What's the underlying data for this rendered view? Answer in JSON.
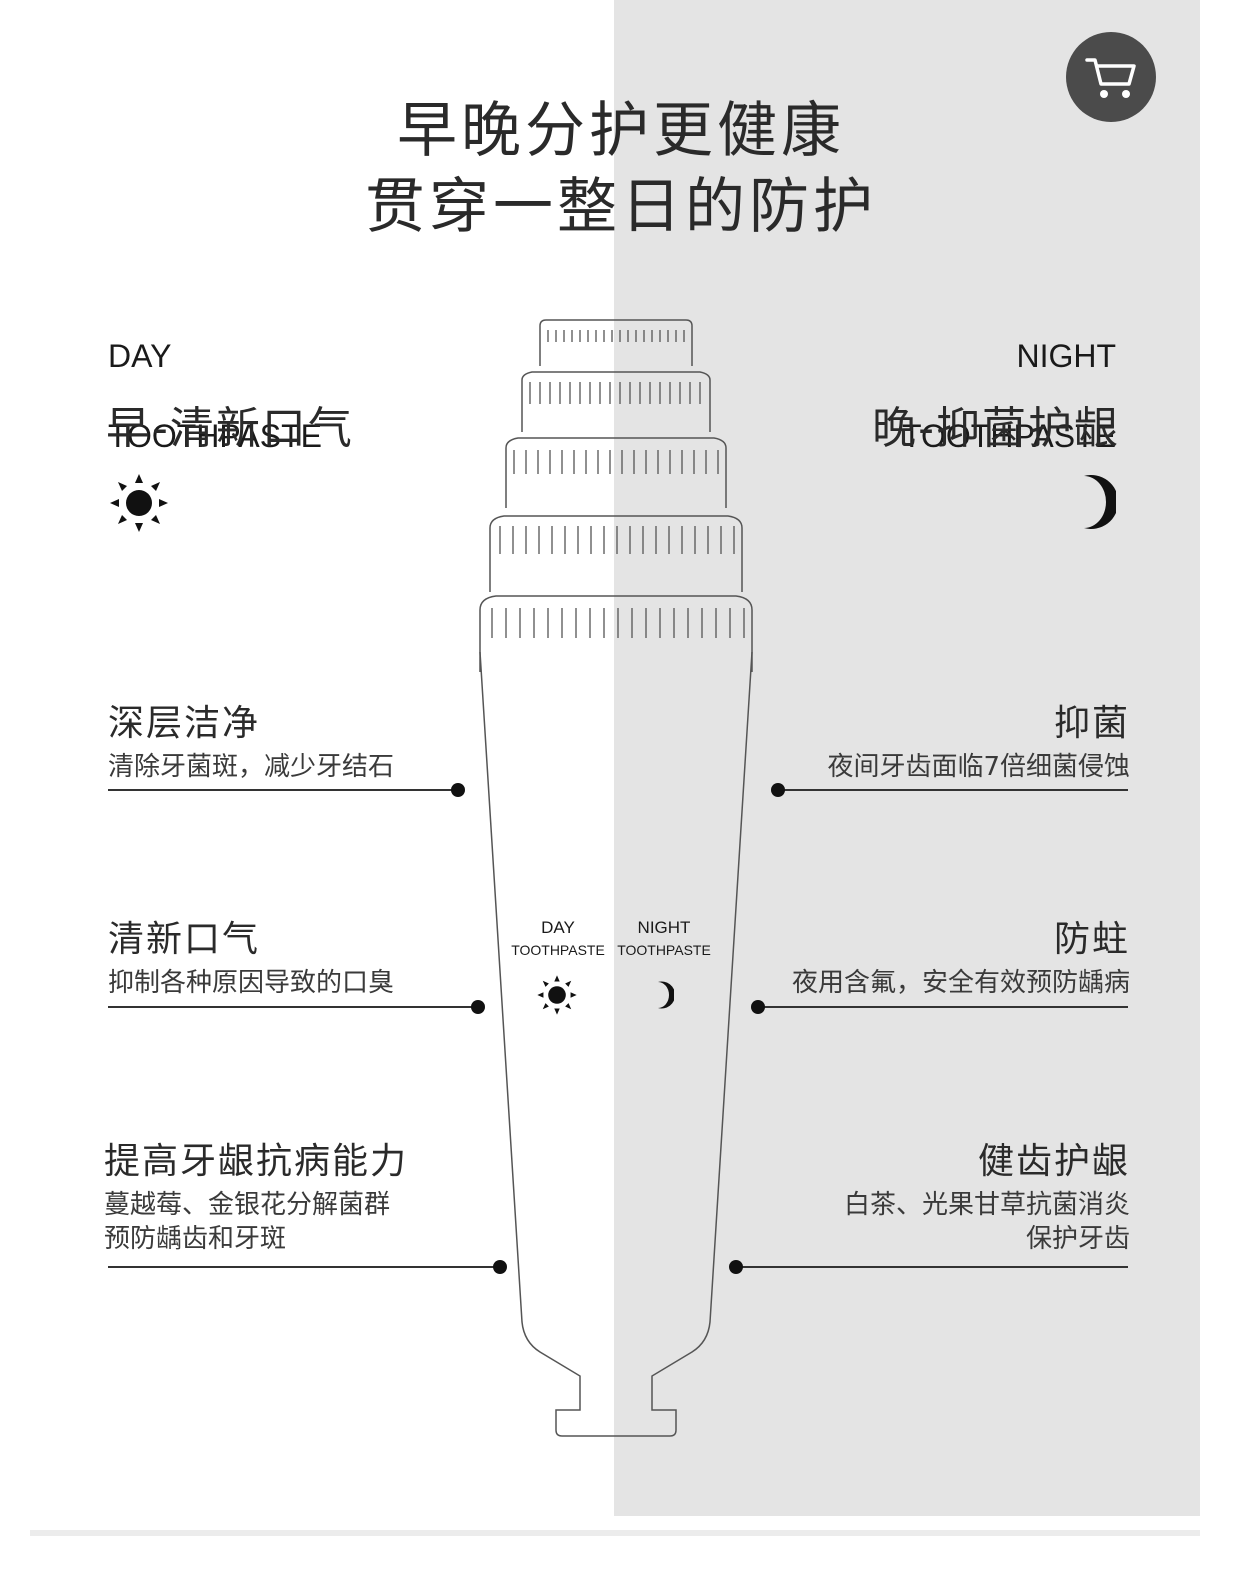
{
  "header": {
    "line1": "早晚分护更健康",
    "line2": "贯穿一整日的防护"
  },
  "cart": {
    "icon": "cart-icon"
  },
  "day": {
    "en_line1": "DAY",
    "en_line2": "TOOTHPASTE",
    "cn": "早-清新口气",
    "icon": "sun-icon"
  },
  "night": {
    "en_line1": "NIGHT",
    "en_line2": "TOOTHPASTE",
    "cn": "晚-抑菌护龈",
    "icon": "moon-icon"
  },
  "features_left": [
    {
      "title": "深层洁净",
      "desc": "清除牙菌斑，减少牙结石"
    },
    {
      "title": "清新口气",
      "desc": "抑制各种原因导致的口臭"
    },
    {
      "title": "提高牙龈抗病能力",
      "desc_line1": "蔓越莓、金银花分解菌群",
      "desc_line2": "预防龋齿和牙斑"
    }
  ],
  "features_right": [
    {
      "title": "抑菌",
      "desc": "夜间牙齿面临7倍细菌侵蚀"
    },
    {
      "title": "防蛀",
      "desc": "夜用含氟，安全有效预防龋病"
    },
    {
      "title": "健齿护龈",
      "desc_line1": "白茶、光果甘草抗菌消炎",
      "desc_line2": "保护牙齿"
    }
  ],
  "tube": {
    "day_label": "DAY",
    "day_sub": "TOOTHPASTE",
    "night_label": "NIGHT",
    "night_sub": "TOOTHPASTE"
  },
  "colors": {
    "night_bg": "#e4e4e4",
    "cart_bg": "#4b4b4b",
    "ink": "#1a1a1a"
  }
}
